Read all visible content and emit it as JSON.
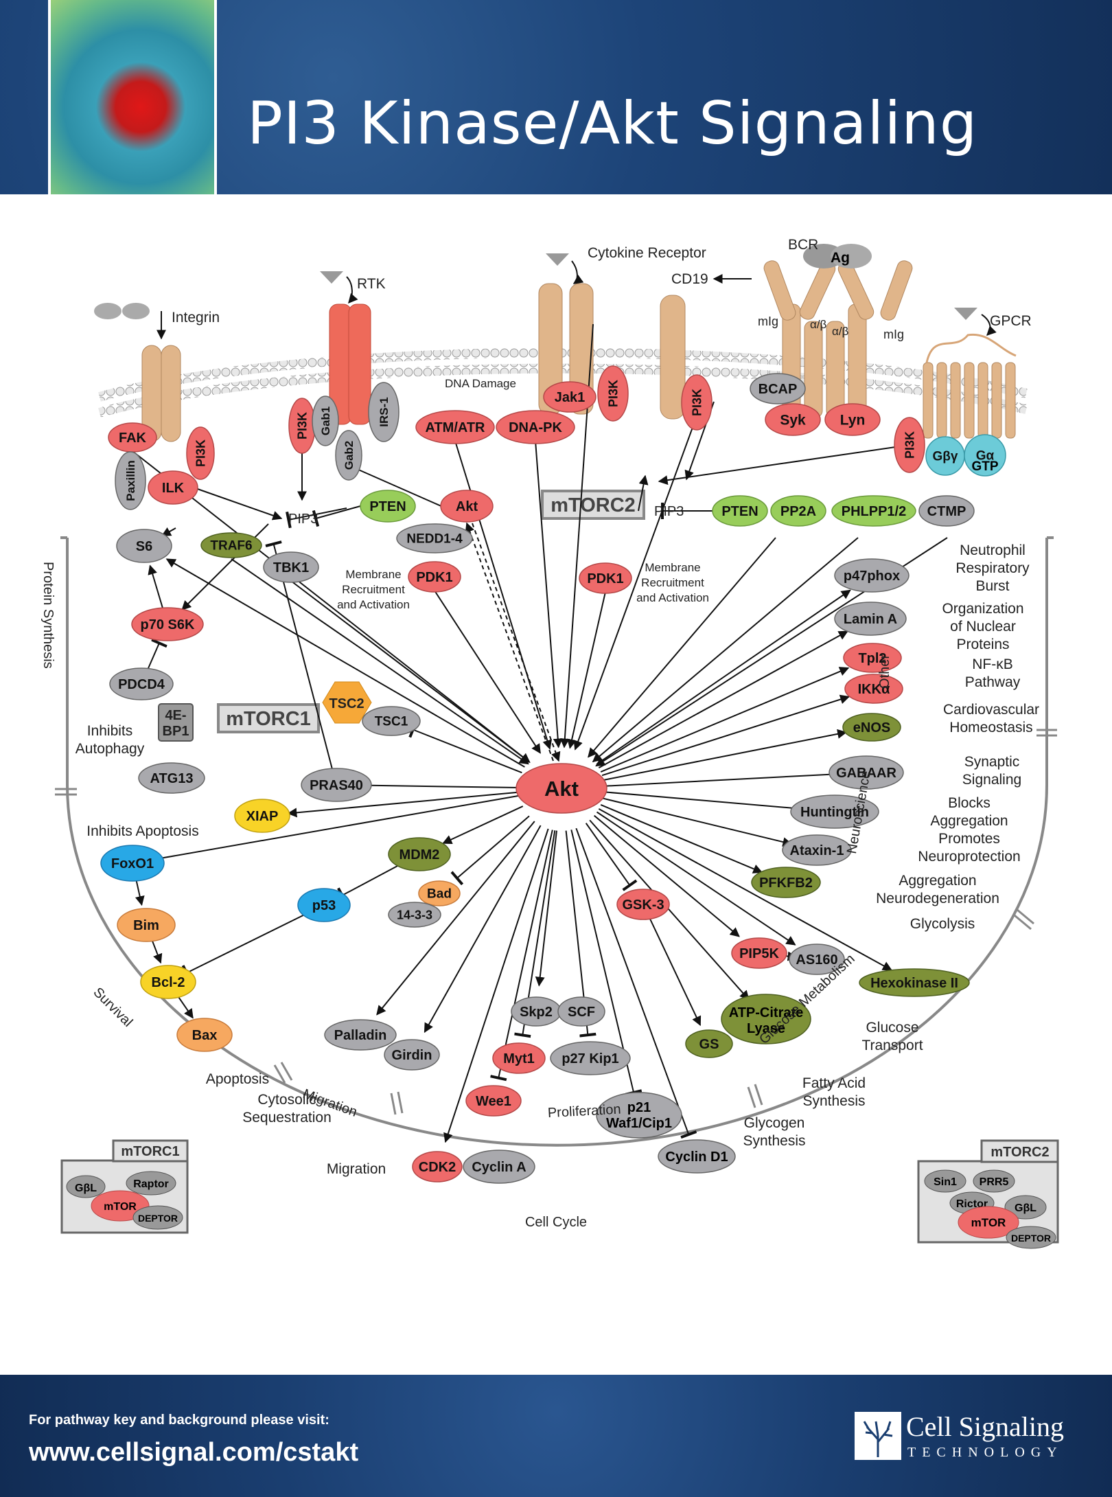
{
  "title": "PI3 Kinase/Akt Signaling",
  "footer": {
    "note": "For pathway key and background please visit:",
    "url": "www.cellsignal.com/cstakt",
    "company": "Cell Signaling",
    "company_sub": "TECHNOLOGY"
  },
  "colors": {
    "kinase": "#ee6a6a",
    "gray": "#a9a9ad",
    "green": "#98cd5a",
    "olive": "#7e9138",
    "orange": "#f6a860",
    "yellow": "#f8d327",
    "blue": "#28a8e6",
    "teal": "#6ccbd8",
    "receptor": "#e8c09a",
    "banner": "#1d4478"
  },
  "receptors": {
    "integrin": "Integrin",
    "rtk": "RTK",
    "cytokine": "Cytokine Receptor",
    "cd19": "CD19",
    "bcr": "BCR",
    "ag": "Ag",
    "mig_left": "mIg",
    "mig_right": "mIg",
    "ab1": "α/β",
    "ab2": "α/β",
    "gpcr": "GPCR",
    "dna_damage": "DNA Damage"
  },
  "nodes": {
    "fak": "FAK",
    "paxillin": "Paxillin",
    "ilk": "ILK",
    "pi3k_integrin": "PI3K",
    "pi3k_rtk": "PI3K",
    "gab1": "Gab1",
    "gab2": "Gab2",
    "irs1": "IRS-1",
    "atm_atr": "ATM/ATR",
    "dna_pk": "DNA-PK",
    "jak1": "Jak1",
    "pi3k_cytokine": "PI3K",
    "pi3k_cd19": "PI3K",
    "bcap": "BCAP",
    "syk": "Syk",
    "lyn": "Lyn",
    "pi3k_gpcr": "PI3K",
    "gbg": "Gβγ",
    "ga": "Gα",
    "gtp": "GTP",
    "pip3_left": "PIP3",
    "pten_left": "PTEN",
    "akt_small": "Akt",
    "nedd": "NEDD1-4",
    "mtorc2_box": "mTORC2",
    "pip3_right": "PIP3",
    "pten_right": "PTEN",
    "pp2a": "PP2A",
    "phlpp": "PHLPP1/2",
    "ctmp": "CTMP",
    "pdk1_left": "PDK1",
    "pdk1_right": "PDK1",
    "s6": "S6",
    "traf6": "TRAF6",
    "tbk1": "TBK1",
    "p70s6k": "p70 S6K",
    "pdcd4": "PDCD4",
    "ebp1": "4E-BP1",
    "mtorc1": "mTORC1",
    "tsc2": "TSC2",
    "tsc1": "TSC1",
    "atg13": "ATG13",
    "pras40": "PRAS40",
    "akt": "Akt",
    "xiap": "XIAP",
    "foxo1": "FoxO1",
    "mdm2": "MDM2",
    "p53": "p53",
    "bad": "Bad",
    "p1433": "14-3-3",
    "bim": "Bim",
    "bcl2": "Bcl-2",
    "bax": "Bax",
    "palladin": "Palladin",
    "girdin": "Girdin",
    "skp2": "Skp2",
    "scf": "SCF",
    "myt1": "Myt1",
    "p27": "p27 Kip1",
    "wee1": "Wee1",
    "p21a": "p21",
    "p21b": "Waf1/Cip1",
    "cdk2": "CDK2",
    "cyclina": "Cyclin A",
    "cyclind1": "Cyclin D1",
    "gsk3": "GSK-3",
    "gs": "GS",
    "acl1": "ATP-Citrate",
    "acl2": "Lyase",
    "pip5k": "PIP5K",
    "as160": "AS160",
    "hexokinase": "Hexokinase II",
    "pfkfb2": "PFKFB2",
    "ataxin": "Ataxin-1",
    "huntingtin": "Huntingtin",
    "gabaar": "GABAAR",
    "enos": "eNOS",
    "ikka": "IKKα",
    "tpl2": "Tpl2",
    "lamina": "Lamin A",
    "p47phox": "p47phox"
  },
  "labels": {
    "membrane_recruit_left": [
      "Membrane",
      "Recruitment",
      "and Activation"
    ],
    "membrane_recruit_right": [
      "Membrane",
      "Recruitment",
      "and Activation"
    ],
    "inhibits_autophagy": [
      "Inhibits",
      "Autophagy"
    ],
    "inhibits_apoptosis": "Inhibits Apoptosis",
    "apoptosis": "Apoptosis",
    "cytosolic": [
      "Cytosolic",
      "Sequestration"
    ],
    "migration_out": "Migration",
    "cell_cycle": "Cell Cycle",
    "glycogen": [
      "Glycogen",
      "Synthesis"
    ],
    "fatty_acid": [
      "Fatty Acid",
      "Synthesis"
    ],
    "glucose_transport": [
      "Glucose",
      "Transport"
    ],
    "glycolysis": "Glycolysis",
    "aggregation": [
      "Aggregation",
      "Neurodegeneration"
    ],
    "blocks": [
      "Blocks",
      "Aggregation",
      "Promotes",
      "Neuroprotection"
    ],
    "synaptic": [
      "Synaptic",
      "Signaling"
    ],
    "cardio": [
      "Cardiovascular",
      "Homeostasis"
    ],
    "nfkb": [
      "NF-κB",
      "Pathway"
    ],
    "nuclear": [
      "Organization",
      "of Nuclear",
      "Proteins"
    ],
    "neutrophil": [
      "Neutrophil",
      "Respiratory",
      "Burst"
    ]
  },
  "categories": {
    "protein_synthesis": "Protein Synthesis",
    "survival": "Survival",
    "migration": "Migration",
    "proliferation": "Proliferation",
    "glucose_metabolism": "Glucose Metabolism",
    "neuroscience": "Neuroscience",
    "other": "Other"
  },
  "inset_mtorc1": {
    "title": "mTORC1",
    "gbl": "GβL",
    "raptor": "Raptor",
    "mtor": "mTOR",
    "deptor": "DEPTOR"
  },
  "inset_mtorc2": {
    "title": "mTORC2",
    "sin1": "Sin1",
    "prr5": "PRR5",
    "rictor": "Rictor",
    "gbl": "GβL",
    "mtor": "mTOR",
    "deptor": "DEPTOR"
  }
}
